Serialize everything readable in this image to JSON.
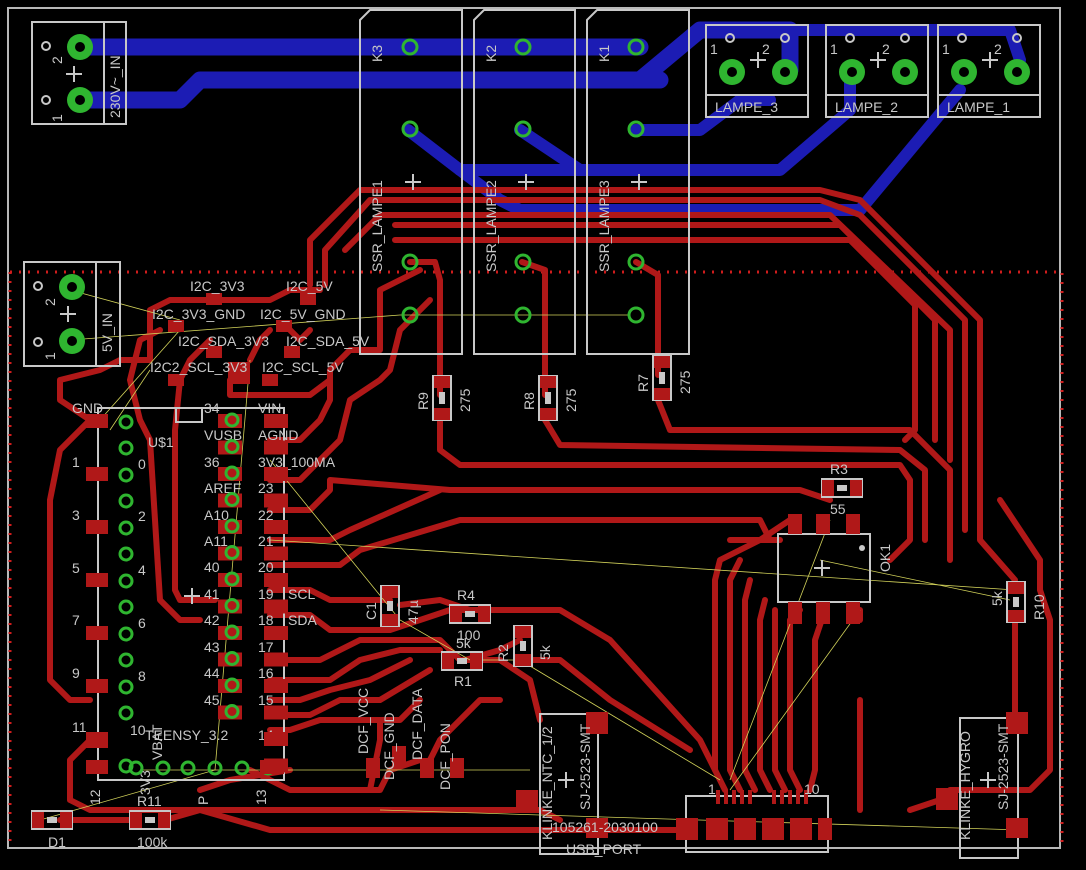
{
  "board": {
    "power_in": {
      "label": "230V~_IN",
      "pins": [
        "1",
        "2"
      ]
    },
    "relays": [
      {
        "name": "K3",
        "ssr": "SSR_LAMPE1"
      },
      {
        "name": "K2",
        "ssr": "SSR_LAMPE2"
      },
      {
        "name": "K1",
        "ssr": "SSR_LAMPE3"
      }
    ],
    "lamps": [
      {
        "name": "LAMPE_3",
        "pins": [
          "1",
          "2"
        ]
      },
      {
        "name": "LAMPE_2",
        "pins": [
          "1",
          "2"
        ]
      },
      {
        "name": "LAMPE_1",
        "pins": [
          "1",
          "2"
        ]
      }
    ],
    "supply_5v": {
      "label": "5V_IN",
      "pins": [
        "1",
        "2"
      ]
    },
    "i2c_labels": [
      "I2C_3V3",
      "I2C_5V",
      "I2C_3V3_GND",
      "I2C_5V_GND",
      "I2C_SDA_3V3",
      "I2C_SDA_5V",
      "I2C2_SCL_3V3",
      "I2C_SCL_5V"
    ],
    "teensy": {
      "ref": "U$1",
      "name": "TEENSY_3.2",
      "left_pins": [
        "GND",
        "1",
        "3",
        "5",
        "7",
        "9",
        "11"
      ],
      "left_inner": [
        "0",
        "2",
        "4",
        "6",
        "8",
        "10"
      ],
      "center_pins": [
        "34",
        "VUSB",
        "36",
        "AREF",
        "A10",
        "A11",
        "40",
        "41",
        "42",
        "43",
        "44",
        "45"
      ],
      "right_pins": [
        "VIN",
        "AGND",
        "3V3_100MA",
        "23",
        "22",
        "21",
        "20",
        "19",
        "18",
        "17",
        "16",
        "15",
        "14"
      ],
      "right_suffix": {
        "scl": "SCL",
        "sda": "SDA"
      },
      "bottom_labels": [
        "12",
        "13",
        "3V3",
        "VBAT",
        "P"
      ]
    },
    "resistors": [
      {
        "ref": "R9",
        "value": "275"
      },
      {
        "ref": "R8",
        "value": "275"
      },
      {
        "ref": "R7",
        "value": "275"
      },
      {
        "ref": "R3",
        "value": "55"
      },
      {
        "ref": "R4",
        "value": "100"
      },
      {
        "ref": "R1",
        "value": "5k"
      },
      {
        "ref": "R2",
        "value": "5k"
      },
      {
        "ref": "R10",
        "value": "5k"
      },
      {
        "ref": "R11",
        "value": "100k"
      }
    ],
    "capacitor": {
      "ref": "C1",
      "value": "47µ"
    },
    "optocoupler": {
      "ref": "OK1"
    },
    "diode": {
      "ref": "D1"
    },
    "dcf_labels": [
      "DCF_VCC",
      "DCF_GND",
      "DCF_DATA",
      "DCF_PON"
    ],
    "klinke_ntc": {
      "name": "KLINKE_NTC_1/2",
      "type": "SJ-2523-SMT"
    },
    "klinke_hygro": {
      "name": "KLINKE_HYGRO",
      "type": "SJ-2523-SMT"
    },
    "usb": {
      "name": "USB_PORT",
      "part": "105261-2030100",
      "pin_first": "1",
      "pin_last": "10"
    }
  }
}
